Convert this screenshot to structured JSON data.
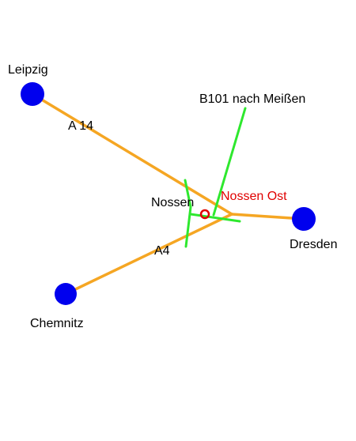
{
  "map": {
    "cities": {
      "leipzig": "Leipzig",
      "dresden": "Dresden",
      "chemnitz": "Chemnitz",
      "nossen": "Nossen"
    },
    "roads": {
      "a14": "A 14",
      "a4": "A4",
      "b101": "B101 nach Meißen"
    },
    "junction": {
      "label": "Nossen Ost"
    },
    "colors": {
      "motorway": "#f5a623",
      "federal_road": "#2ee82e",
      "city_marker": "#0000ee",
      "junction_marker": "#e00000",
      "junction_text": "#e00000",
      "text": "#000000",
      "background": "#ffffff"
    }
  }
}
